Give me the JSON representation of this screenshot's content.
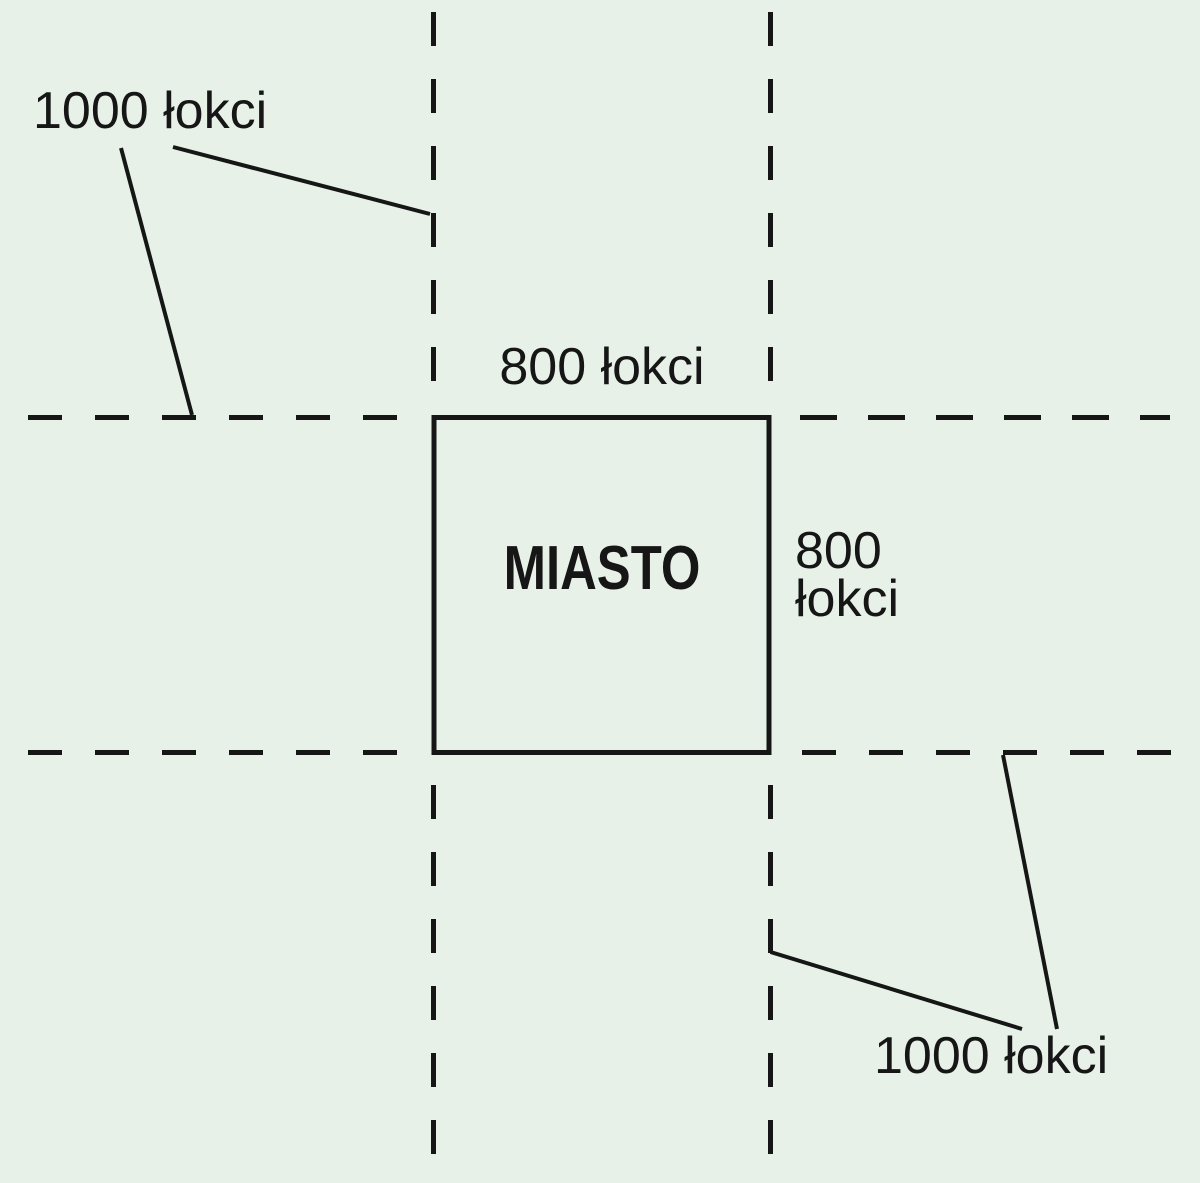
{
  "figure": {
    "background_color": "#e7f1e8",
    "line_color": "#161616",
    "city": {
      "name": "MIASTO",
      "width_label": "800 łokci",
      "height_label_line1": "800",
      "height_label_line2": "łokci"
    },
    "distance_labels": {
      "top_left": "1000 łokci",
      "bottom_right": "1000 łokci"
    }
  }
}
